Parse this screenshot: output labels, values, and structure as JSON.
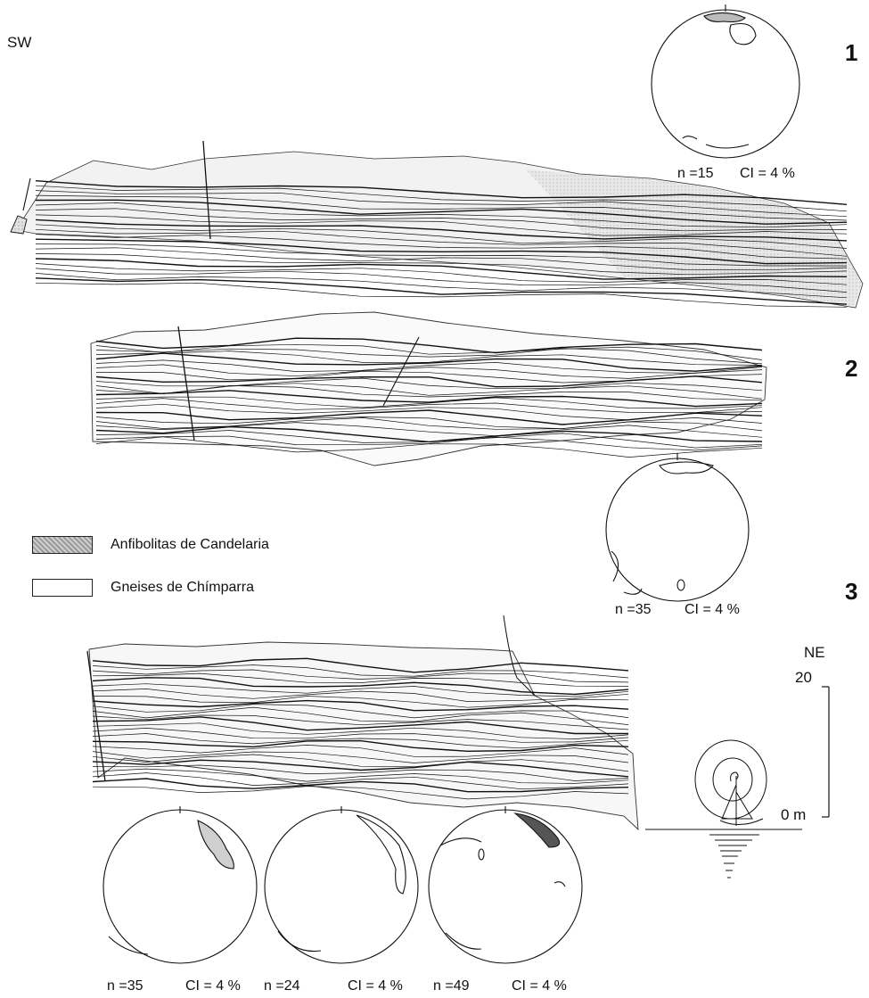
{
  "orientation": {
    "left": "SW",
    "right": "NE"
  },
  "sections": [
    "1",
    "2",
    "3"
  ],
  "stereonets": [
    {
      "n": "n =15",
      "ci": "CI = 4 %"
    },
    {
      "n": "n =35",
      "ci": "CI = 4 %"
    },
    {
      "n": "n =35",
      "ci": "CI = 4 %"
    },
    {
      "n": "n =24",
      "ci": "CI = 4 %"
    },
    {
      "n": "n =49",
      "ci": "CI = 4 %"
    }
  ],
  "legend": [
    {
      "label": "Anfibolitas de Candelaria",
      "pattern": "stippled"
    },
    {
      "label": "Gneises de Chímparra",
      "pattern": "blank"
    }
  ],
  "scale": {
    "top": "20",
    "bottom": "0 m"
  },
  "colors": {
    "ink": "#111111",
    "shade": "#d9d9d9"
  }
}
